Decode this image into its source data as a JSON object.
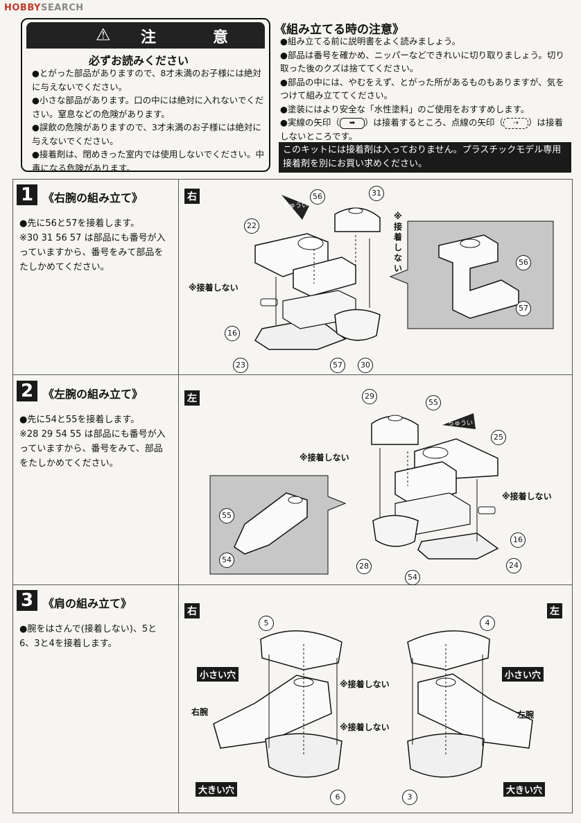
{
  "watermark": {
    "hobby": "HOBBY",
    "search": "SEARCH"
  },
  "caution": {
    "title": "注　意",
    "must_read": "必ずお読みください",
    "items": [
      "●とがった部品がありますので、8才未満のお子様には絶対に与えないでください。",
      "●小さな部品があります。口の中には絶対に入れないでください。窒息などの危険があります。",
      "●誤飲の危険がありますので、3才未満のお子様には絶対に与えないでください。",
      "●接着剤は、閉めきった室内では使用しないでください。中毒になる危険があります。"
    ]
  },
  "assembly_notes": {
    "title": "《組み立てる時の注意》",
    "items": [
      "●組み立てる前に説明書をよく読みましょう。",
      "●部品は番号を確かめ、ニッパーなどできれいに切り取りましょう。切り取った後のクズは捨ててください。",
      "●部品の中には、やむをえず、とがった所があるものもありますが、気をつけて組み立ててください。",
      "●塗装にはより安全な「水性塗料」のご使用をおすすめします。"
    ],
    "arrow_note_a": "●実線の矢印（",
    "arrow_note_b": "）は接着するところ、点線の矢印（",
    "arrow_note_c": "）は接着しないところです。",
    "glue_notice": "このキットには接着剤は入っておりません。プラスチックモデル専用接着剤を別にお買い求めください。"
  },
  "sections": [
    {
      "num": "1",
      "title": "《右腕の組み立て》",
      "lines": [
        "●先に56と57を接着します。",
        "※30 31 56 57 は部品にも番号が入っていますから、番号をみて部品をたしかめてください。"
      ],
      "side": "右",
      "labels": {
        "no_glue": "※接着しない",
        "no_glue_vertical": "※接着しない",
        "caution_tag": "ちゅうい"
      },
      "parts": [
        "56",
        "31",
        "22",
        "16",
        "23",
        "57",
        "30",
        "56",
        "57"
      ]
    },
    {
      "num": "2",
      "title": "《左腕の組み立て》",
      "lines": [
        "●先に54と55を接着します。",
        "※28 29 54 55 は部品にも番号が入っていますから、番号をみて、部品をたしかめてください。"
      ],
      "side": "左",
      "labels": {
        "no_glue_a": "※接着しない",
        "no_glue_b": "※接着しない",
        "caution_tag": "ちゅうい"
      },
      "parts": [
        "29",
        "55",
        "25",
        "16",
        "28",
        "54",
        "24",
        "55",
        "54"
      ]
    },
    {
      "num": "3",
      "title": "《肩の組み立て》",
      "lines": [
        "●腕をはさんで(接着しない)、5と6、3と4を接着します。"
      ],
      "side_right": "右",
      "side_left": "左",
      "labels": {
        "small_hole": "小さい穴",
        "big_hole": "大きい穴",
        "no_glue": "※接着しない",
        "right_arm": "右腕",
        "left_arm": "左腕"
      },
      "parts": [
        "5",
        "4",
        "6",
        "3"
      ]
    }
  ]
}
